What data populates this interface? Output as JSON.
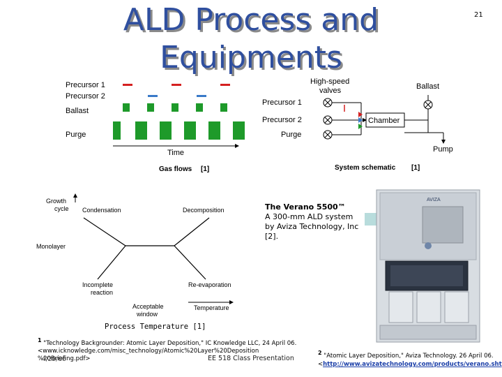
{
  "slide": {
    "title_line1": "ALD Process and",
    "title_line2": "Equipments",
    "number": "21"
  },
  "gas_flows": {
    "labels": [
      "Precursor 1",
      "Precursor 2",
      "Ballast",
      "Purge"
    ],
    "x_label": "Time",
    "caption": "Gas flows",
    "citation": "[1]",
    "colors": {
      "precursor1": "#d42020",
      "precursor2": "#3a7ac8",
      "ballast": "#1e9a2a",
      "purge": "#1e9a2a"
    }
  },
  "schematic": {
    "high_speed_valves": "High-speed\nvalves",
    "ballast": "Ballast",
    "precursor1": "Precursor 1",
    "precursor2": "Precursor 2",
    "purge": "Purge",
    "chamber": "Chamber",
    "pump": "Pump",
    "caption": "System schematic",
    "citation": "[1]"
  },
  "process_diagram": {
    "y_label": "Growth\ncycle",
    "monolayer": "Monolayer",
    "condensation": "Condensation",
    "decomposition": "Decomposition",
    "incomplete": "Incomplete\nreaction",
    "reevaporation": "Re-evaporation",
    "acceptable": "Acceptable\nwindow",
    "x_label": "Temperature",
    "caption": "Process Temperature [1]"
  },
  "callout": {
    "head": "The Verano 5500™",
    "body": "A 300-mm ALD system by Aviza Technology, Inc [2].",
    "machine_brand": "AVIZA"
  },
  "references": {
    "ref1_num": "1",
    "ref1_text": "\"Technology Backgrounder: Atomic Layer Deposition,\" IC Knowledge LLC, 24 April 06. <www.icknowledge.com/misc_technology/Atomic%20Layer%20Deposition %20Briefing.pdf>",
    "ref2_num": "2",
    "ref2_text": "\"Atomic Layer Deposition,\" Aviza Technology. 26 April 06. <",
    "ref2_link": "http://www.avizatechnology.com/products/verano.sht"
  },
  "footer": {
    "date": "4/29/06",
    "presentation": "EE 518 Class Presentation"
  }
}
